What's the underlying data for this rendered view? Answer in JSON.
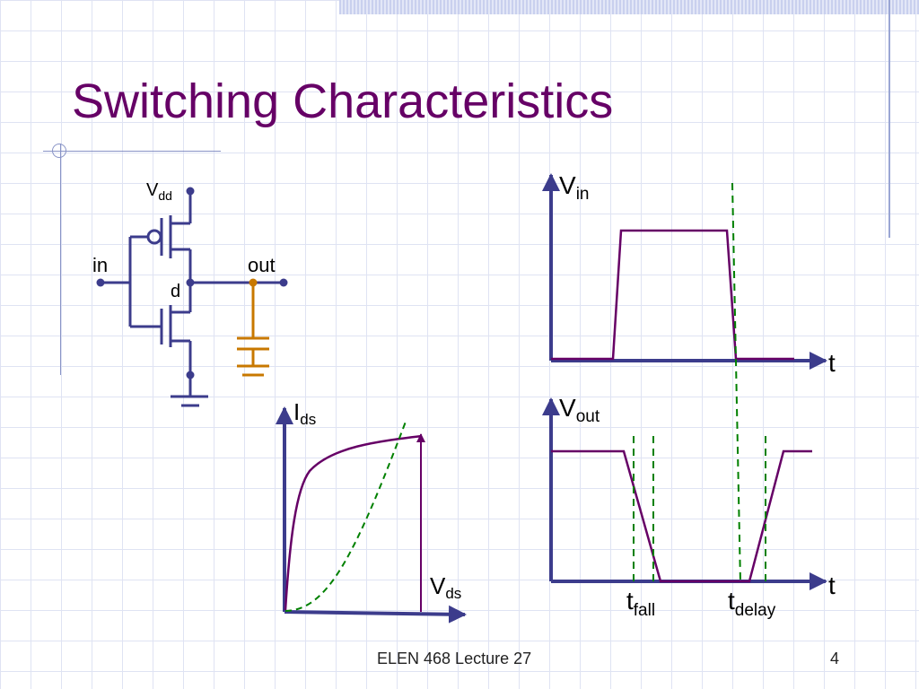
{
  "slide": {
    "title": "Switching Characteristics",
    "footer": "ELEN 468 Lecture 27",
    "page_number": "4"
  },
  "circuit": {
    "supply": {
      "main": "V",
      "sub": "dd"
    },
    "input_label": "in",
    "output_label": "out",
    "node_label": "d"
  },
  "iv_plot": {
    "y_axis": {
      "main": "I",
      "sub": "ds"
    },
    "x_axis": {
      "main": "V",
      "sub": "ds"
    }
  },
  "vin_plot": {
    "y_axis": {
      "main": "V",
      "sub": "in"
    },
    "t_axis": "t"
  },
  "vout_plot": {
    "y_axis": {
      "main": "V",
      "sub": "out"
    },
    "t_axis": "t",
    "markers": [
      {
        "main": "t",
        "sub": "fall"
      },
      {
        "main": "t",
        "sub": "delay"
      }
    ]
  },
  "colors": {
    "title": "#660066",
    "wire": "#3c3c8c",
    "waveform": "#660066",
    "guide": "#008000",
    "capacitor": "#c87800"
  }
}
